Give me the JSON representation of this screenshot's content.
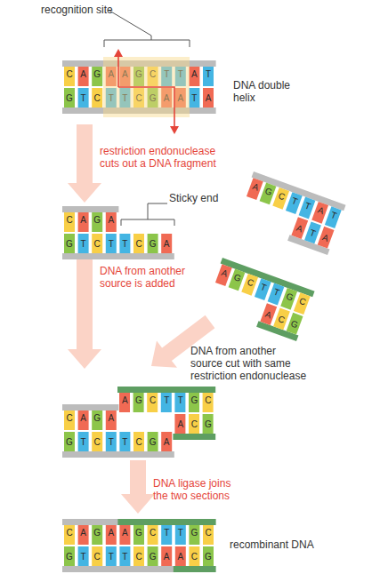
{
  "diagram": {
    "labels": [
      "recognition site",
      "C",
      "A",
      "G",
      "A",
      "A",
      "G",
      "C",
      "T",
      "T",
      "A",
      "T",
      "G",
      "T",
      "C",
      "T",
      "T",
      "C",
      "G",
      "A",
      "A",
      "T",
      "A",
      "DNA double helix",
      "restriction endonuclease cuts out a DNA fragment",
      "Sticky end",
      "C",
      "A",
      "G",
      "A",
      "G",
      "T",
      "C",
      "T",
      "T",
      "C",
      "G",
      "A",
      "A",
      "G",
      "C",
      "T",
      "T",
      "A",
      "T",
      "A",
      "T",
      "A",
      "DNA from another source is added",
      "A",
      "G",
      "C",
      "T",
      "T",
      "G",
      "C",
      "A",
      "C",
      "G",
      "DNA from another source cut with same restriction endonuclease",
      "C",
      "A",
      "G",
      "A",
      "G",
      "T",
      "C",
      "T",
      "T",
      "C",
      "G",
      "A",
      "A",
      "G",
      "C",
      "T",
      "T",
      "G",
      "C",
      "A",
      "C",
      "G",
      "DNA ligase joins the two sections",
      "C",
      "A",
      "G",
      "A",
      "A",
      "G",
      "C",
      "T",
      "T",
      "G",
      "C",
      "G",
      "T",
      "C",
      "T",
      "T",
      "C",
      "G",
      "A",
      "A",
      "C",
      "G",
      "recombinant DNA"
    ]
  }
}
